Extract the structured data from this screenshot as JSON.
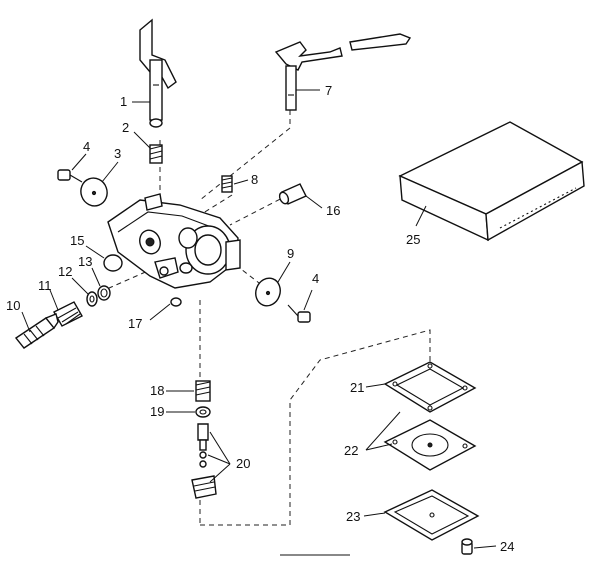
{
  "callouts": [
    {
      "id": "1",
      "text": "1"
    },
    {
      "id": "2",
      "text": "2"
    },
    {
      "id": "3",
      "text": "3"
    },
    {
      "id": "4a",
      "text": "4"
    },
    {
      "id": "4b",
      "text": "4"
    },
    {
      "id": "7",
      "text": "7"
    },
    {
      "id": "8",
      "text": "8"
    },
    {
      "id": "9",
      "text": "9"
    },
    {
      "id": "10",
      "text": "10"
    },
    {
      "id": "11",
      "text": "11"
    },
    {
      "id": "12",
      "text": "12"
    },
    {
      "id": "13",
      "text": "13"
    },
    {
      "id": "15",
      "text": "15"
    },
    {
      "id": "16",
      "text": "16"
    },
    {
      "id": "17",
      "text": "17"
    },
    {
      "id": "18",
      "text": "18"
    },
    {
      "id": "19",
      "text": "19"
    },
    {
      "id": "20",
      "text": "20"
    },
    {
      "id": "21",
      "text": "21"
    },
    {
      "id": "22",
      "text": "22"
    },
    {
      "id": "23",
      "text": "23"
    },
    {
      "id": "24",
      "text": "24"
    },
    {
      "id": "25",
      "text": "25"
    }
  ]
}
